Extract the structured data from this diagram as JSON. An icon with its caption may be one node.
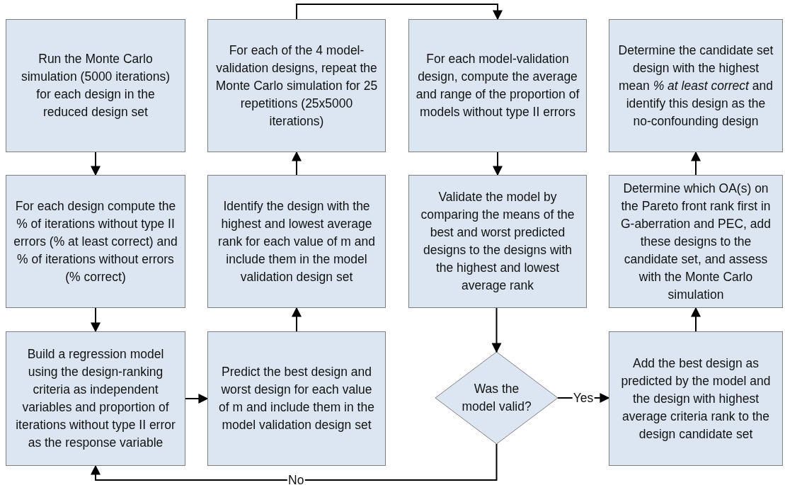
{
  "diagram": {
    "nodes": [
      {
        "text": [
          "Run the Monte Carlo simulation (5000 iterations) for each design in the reduced design set"
        ]
      },
      {
        "text": [
          "For each design compute the % of iterations without type II errors (% at least correct) and % of iterations without errors (% correct)"
        ]
      },
      {
        "text": [
          "Build a regression model using the design-ranking criteria as independent variables and proportion of iterations without type II error as the response variable"
        ]
      },
      {
        "text": [
          "Predict the best design and worst design for each value of m and include them in the model validation design set"
        ]
      },
      {
        "text": [
          "Identify the design with the highest and lowest average rank for each value of m and include them in the model validation design set"
        ]
      },
      {
        "text": [
          "For each of the 4 model-validation designs, repeat the Monte Carlo simulation for 25 repetitions (25x5000 iterations)"
        ]
      },
      {
        "text": [
          "For each model-validation design, compute the average and range of the proportion of models without type II errors"
        ]
      },
      {
        "text": [
          "Validate the model by comparing the means of the best and worst predicted designs to the designs with the highest and lowest average rank"
        ]
      },
      {
        "text": [
          "Was the model valid?"
        ]
      },
      {
        "text": [
          "Add the best design as predicted by the model and the design with highest average criteria rank to the design candidate set"
        ]
      },
      {
        "text": [
          "Determine which OA(s) on the Pareto front rank first in G-aberration and PEC, add these designs to the candidate set, and assess with the Monte Carlo simulation"
        ]
      },
      {
        "text": [
          "Determine the candidate set design with the highest mean *% at least correct* and identify this design as the no-confounding design"
        ]
      }
    ],
    "edges": [
      {
        "from": 0,
        "to": 1,
        "arrow": "to"
      },
      {
        "from": 1,
        "to": 2,
        "arrow": "to"
      },
      {
        "from": 2,
        "to": 3,
        "arrow": "to"
      },
      {
        "from": 3,
        "to": 4,
        "arrow": "to"
      },
      {
        "from": 4,
        "to": 5,
        "arrow": "to"
      },
      {
        "from": 5,
        "to": 6,
        "arrow": "to"
      },
      {
        "from": 6,
        "to": 7,
        "arrow": "to"
      },
      {
        "from": 7,
        "to": 8,
        "arrow": "to"
      },
      {
        "from": 8,
        "to": 9,
        "arrow": "to",
        "label": "Yes"
      },
      {
        "from": 8,
        "to": 2,
        "arrow": "to",
        "label": "No"
      },
      {
        "from": 9,
        "to": 10,
        "arrow": "to"
      },
      {
        "from": 10,
        "to": 11,
        "arrow": "to"
      }
    ]
  }
}
